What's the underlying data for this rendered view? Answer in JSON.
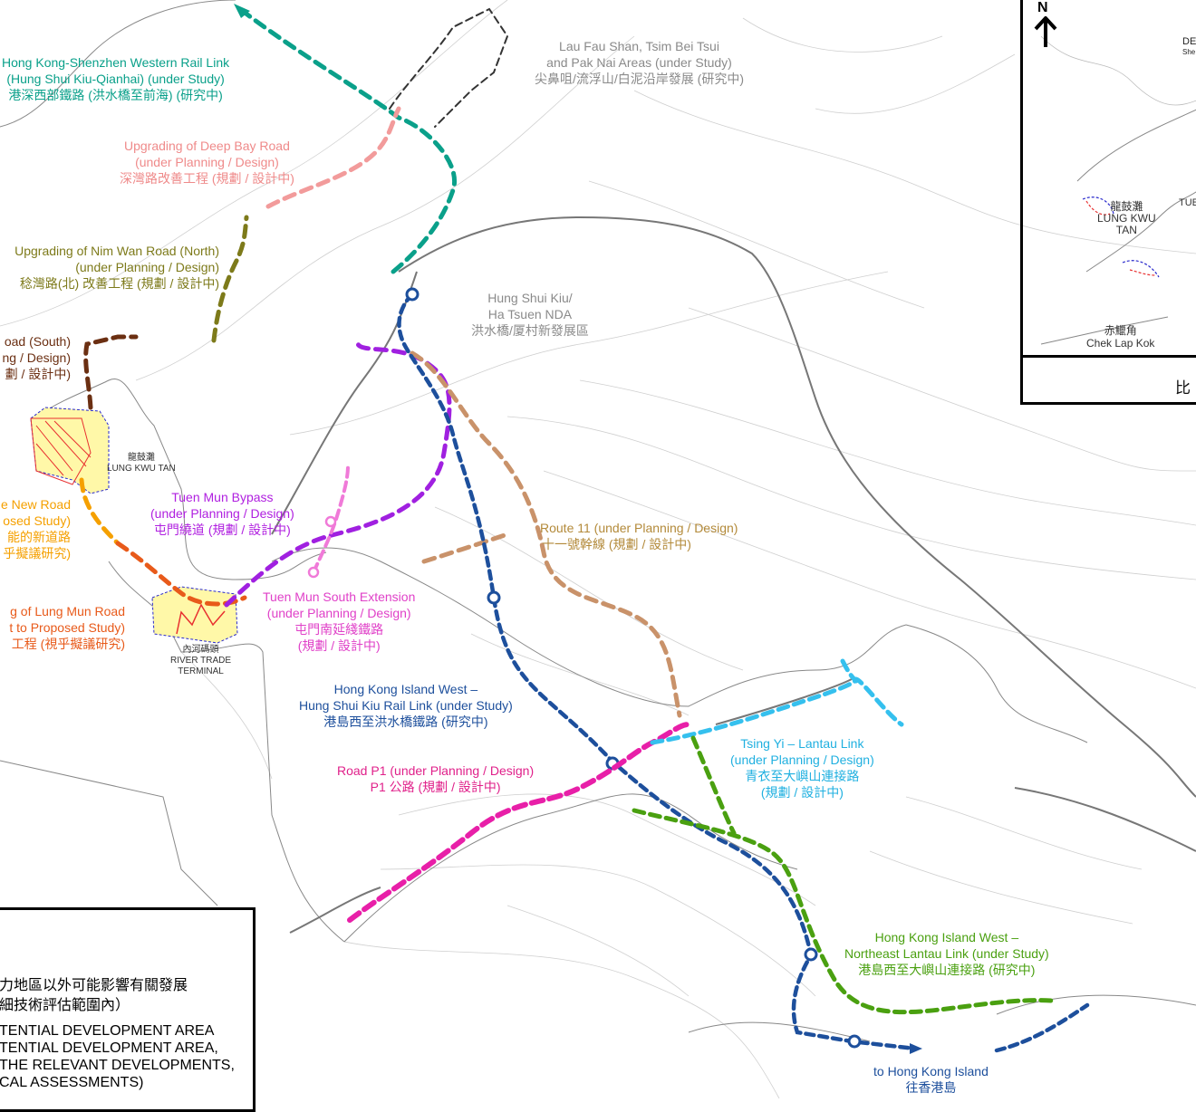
{
  "labels": {
    "lau_fau_shan": [
      "Lau Fau Shan, Tsim Bei Tsui",
      "and Pak Nai Areas (under Study)",
      "尖鼻咀/流浮山/白泥沿岸發展 (研究中)"
    ],
    "hk_shenzhen_rail": [
      "Hong Kong-Shenzhen Western Rail Link",
      "(Hung Shui Kiu-Qianhai) (under Study)",
      "港深西部鐵路 (洪水橋至前海) (研究中)"
    ],
    "deep_bay_road": [
      "Upgrading of Deep Bay Road",
      "(under Planning / Design)",
      "深灣路改善工程 (規劃 / 設計中)"
    ],
    "nim_wan_north": [
      "Upgrading of Nim Wan Road (North)",
      "(under Planning / Design)",
      "稔灣路(北) 改善工程 (規劃 / 設計中)"
    ],
    "nim_wan_south": [
      "oad (South)",
      "ng / Design)",
      "劃 / 設計中)"
    ],
    "hung_shui_kiu_nda": [
      "Hung Shui Kiu/",
      "Ha Tsuen NDA",
      "洪水橋/厦村新發展區"
    ],
    "lung_kwu_tan": [
      "龍鼓灘",
      "LUNG KWU TAN"
    ],
    "new_road": [
      "e New Road",
      "osed Study)",
      "能的新道路",
      "乎擬議研究)"
    ],
    "tuen_mun_bypass": [
      "Tuen Mun Bypass",
      "(under Planning / Design)",
      "屯門繞道 (規劃 / 設計中)"
    ],
    "route_11": [
      "Route 11 (under Planning / Design)",
      "十一號幹線 (規劃 / 設計中)"
    ],
    "lung_mun_road": [
      "g of Lung Mun Road",
      "t to Proposed Study)",
      "工程 (視乎擬議研究)"
    ],
    "river_trade_terminal": [
      "內河碼頭",
      "RIVER TRADE",
      "TERMINAL"
    ],
    "tuen_mun_south": [
      "Tuen Mun South Extension",
      "(under Planning / Design)",
      "屯門南延綫鐵路",
      "(規劃 / 設計中)"
    ],
    "hki_west_hsk": [
      "Hong Kong Island West –",
      "Hung Shui Kiu Rail Link (under Study)",
      "港島西至洪水橋鐵路 (研究中)"
    ],
    "road_p1": [
      "Road P1 (under Planning / Design)",
      "P1 公路 (規劃 / 設計中)"
    ],
    "tsing_yi_lantau": [
      "Tsing Yi – Lantau Link",
      "(under Planning / Design)",
      "青衣至大嶼山連接路",
      "(規劃 / 設計中)"
    ],
    "hki_west_nel": [
      "Hong Kong Island West –",
      "Northeast Lantau Link (under Study)",
      "港島西至大嶼山連接路 (研究中)"
    ],
    "to_hk_island": [
      "to Hong Kong Island",
      "往香港島"
    ]
  },
  "inset": {
    "north": "N",
    "de": "DE",
    "she": "She",
    "lung_kwu_tan": [
      "龍鼓灘",
      "LUNG KWU",
      "TAN"
    ],
    "tue": "TUE",
    "chek_lap_kok": [
      "赤鱲角",
      "Chek Lap Kok"
    ],
    "scale_label": "比"
  },
  "legend": {
    "lines": [
      "力地區以外可能影響有關發展",
      "細技術評估範圍內）",
      "TENTIAL DEVELOPMENT AREA",
      "TENTIAL DEVELOPMENT AREA,",
      "THE RELEVANT DEVELOPMENTS,",
      "CAL ASSESSMENTS)"
    ]
  },
  "colors": {
    "hk_shenzhen_rail": "#0aa08a",
    "deep_bay_road": "#f29b9b",
    "nim_wan_north": "#7d7a1a",
    "nim_wan_south": "#6b2f12",
    "new_road": "#f5a000",
    "lung_mun_road": "#e85a1a",
    "tuen_mun_bypass": "#a020e0",
    "tuen_mun_south": "#f07ad8",
    "route_11": "#c9926a",
    "hki_west_hsk": "#1d4f9c",
    "road_p1": "#e81fa8",
    "tsing_yi_lantau": "#35c0ee",
    "hki_west_nel": "#4aa010"
  }
}
